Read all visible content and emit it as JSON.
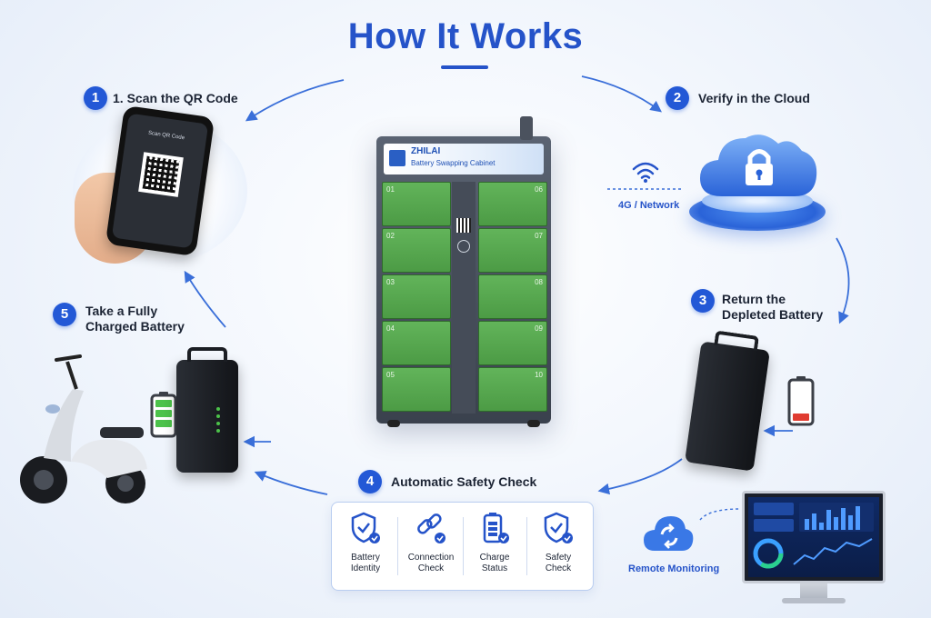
{
  "header": {
    "title": "How It Works"
  },
  "steps": [
    {
      "number": "1",
      "label": "1. Scan the QR Code"
    },
    {
      "number": "2",
      "label": "Verify in the Cloud"
    },
    {
      "number": "3",
      "label": "Return the",
      "label2": "Depleted Battery"
    },
    {
      "number": "4",
      "label": "Automatic Safety Check"
    },
    {
      "number": "5",
      "label": "Take a Fully",
      "label2": "Charged Battery"
    }
  ],
  "phone": {
    "screen_caption": "Scan QR Code"
  },
  "cabinet": {
    "brand": "ZHILAI",
    "subtitle": "Battery Swapping Cabinet",
    "doors_left": [
      "01",
      "02",
      "03",
      "04",
      "05"
    ],
    "doors_right": [
      "06",
      "07",
      "08",
      "09",
      "10"
    ]
  },
  "network": {
    "label": "4G / Network"
  },
  "safety_checks": [
    {
      "line1": "Battery",
      "line2": "Identity",
      "icon": "shield-check-icon"
    },
    {
      "line1": "Connection",
      "line2": "Check",
      "icon": "link-check-icon"
    },
    {
      "line1": "Charge",
      "line2": "Status",
      "icon": "battery-check-icon"
    },
    {
      "line1": "Safety",
      "line2": "Check",
      "icon": "shield-check-icon"
    }
  ],
  "monitoring": {
    "label": "Remote Monitoring"
  },
  "colors": {
    "accent": "#2553c9",
    "cabinet_green": "#58a84f",
    "battery_low": "#e03c31",
    "battery_full": "#4cc24a"
  }
}
